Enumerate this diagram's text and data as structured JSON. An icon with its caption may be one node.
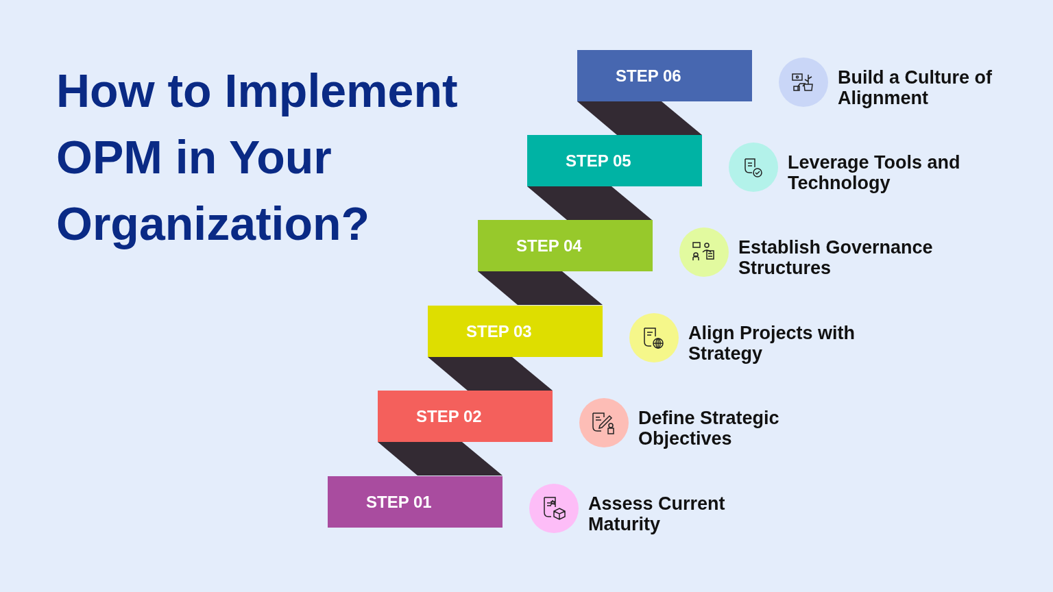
{
  "diagram": {
    "title": "How to Implement OPM in Your Organization?",
    "nodes": [
      {
        "text": [
          "STEP 06"
        ]
      },
      {
        "text": [],
        "shape": "parallelogram"
      },
      {
        "text": [
          "STEP 05"
        ]
      },
      {
        "text": [],
        "shape": "parallelogram"
      },
      {
        "text": [
          "STEP 04"
        ]
      },
      {
        "text": [],
        "shape": "parallelogram"
      },
      {
        "text": [
          "STEP 03"
        ]
      },
      {
        "text": [],
        "shape": "parallelogram"
      },
      {
        "text": [
          "STEP 02"
        ]
      },
      {
        "text": [],
        "shape": "parallelogram"
      },
      {
        "text": [
          "STEP 01"
        ]
      }
    ],
    "edges": [],
    "labels": [
      "Build a Culture of Alignment",
      "Leverage Tools and Technology",
      "Establish Governance Structures",
      "Align Projects with Strategy",
      "Define Strategic Objectives",
      "Assess Current Maturity"
    ]
  }
}
